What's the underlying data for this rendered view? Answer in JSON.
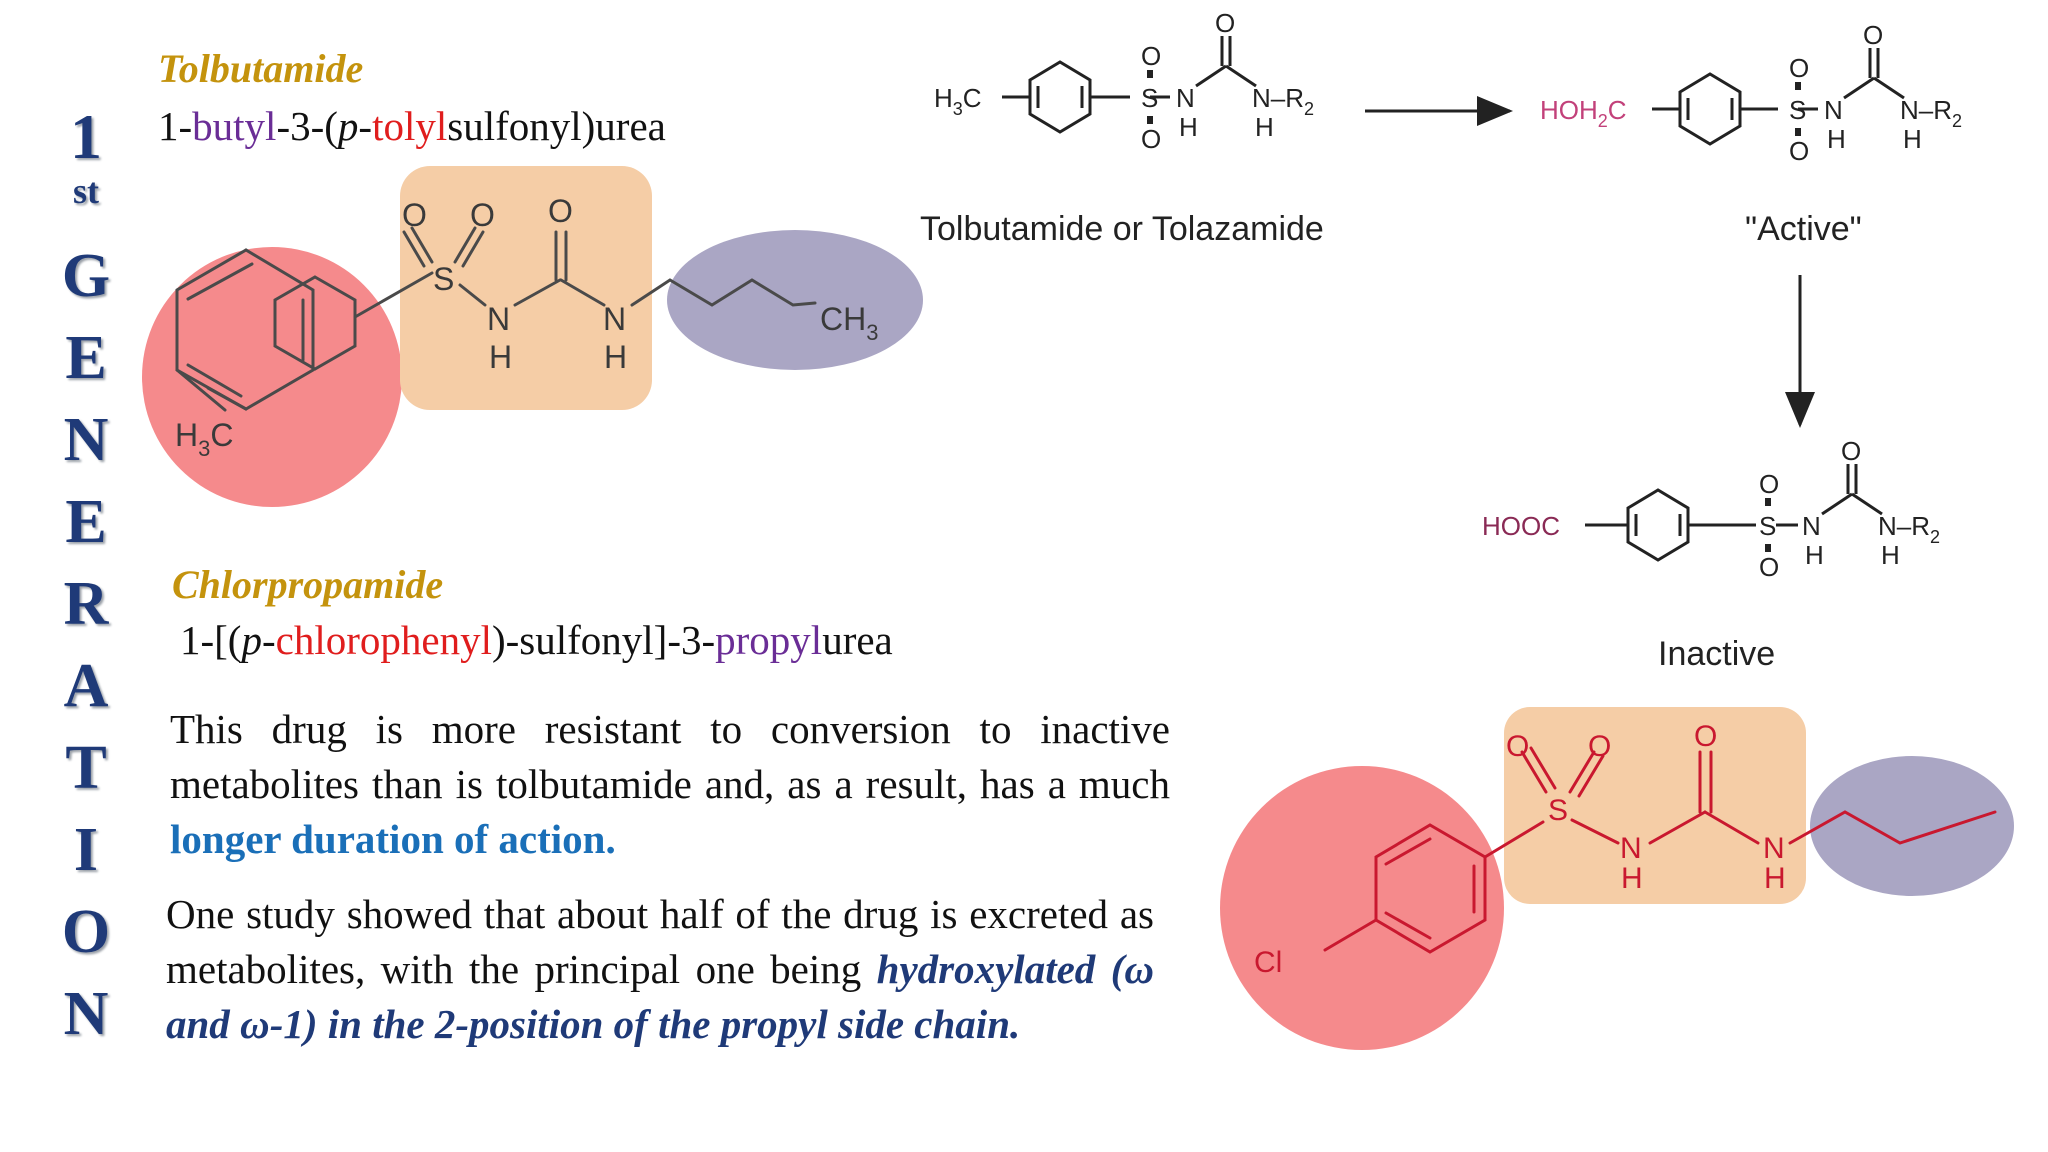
{
  "vertical_label": {
    "number": "1",
    "ordinal": "st",
    "letters": [
      "G",
      "E",
      "N",
      "E",
      "R",
      "A",
      "T",
      "I",
      "O",
      "N"
    ]
  },
  "tolbutamide": {
    "name": "Tolbutamide",
    "iupac_prefix": "1-",
    "iupac_butyl": "butyl",
    "iupac_mid": "-3-(",
    "iupac_p": "p",
    "iupac_dash": "-",
    "iupac_tolyl": "tolyl",
    "iupac_suffix": "sulfonyl)urea",
    "labels": {
      "o1": "O",
      "o2": "O",
      "o3": "O",
      "s": "S",
      "n1": "N",
      "h1": "H",
      "n2": "N",
      "h2": "H",
      "ch3": "CH",
      "ch3_sub": "3",
      "h3c": "H",
      "h3c_sub": "3",
      "h3c_c": "C"
    }
  },
  "chlorpropamide": {
    "name": "Chlorpropamide",
    "iupac_prefix": "1-[(",
    "iupac_p": "p",
    "iupac_dash": "-",
    "iupac_chlorophenyl": "chlorophenyl",
    "iupac_mid": ")-sulfonyl]-3-",
    "iupac_propyl": "propyl",
    "iupac_suffix": "urea",
    "para1_a": "This drug is more resistant to conversion to inactive metabolites than is tolbutamide and, as a result, has a much ",
    "para1_hl": "longer duration of action.",
    "para2_a": "One study showed that about half of the drug is excreted as metabolites, with the principal one being ",
    "para2_hl": "hydroxylated (ω and ω-1) in the 2-position of the propyl side chain.",
    "labels": {
      "o1": "O",
      "o2": "O",
      "o3": "O",
      "s": "S",
      "n1": "N",
      "h1": "H",
      "n2": "N",
      "h2": "H",
      "cl": "Cl"
    }
  },
  "metabolism": {
    "caption_parent": "Tolbutamide or Tolazamide",
    "caption_active": "\"Active\"",
    "caption_inactive": "Inactive",
    "parent_group_h": "H",
    "parent_group_sub": "3",
    "parent_group_c": "C",
    "active_group": "HOH",
    "active_group_sub": "2",
    "active_group_c": "C",
    "inactive_group": "HOOC",
    "atoms": {
      "o": "O",
      "s": "S",
      "n": "N",
      "h": "H",
      "nr": "N–R",
      "r_sub": "2"
    }
  },
  "colors": {
    "red_region": "#f58a8c",
    "orange_region": "#f5cda6",
    "purple_region": "#aaa6c4",
    "gold_title": "#c4930d",
    "navy": "#1f3a78",
    "blue_highlight": "#1a6fb8",
    "pink_group": "#c2417a"
  }
}
